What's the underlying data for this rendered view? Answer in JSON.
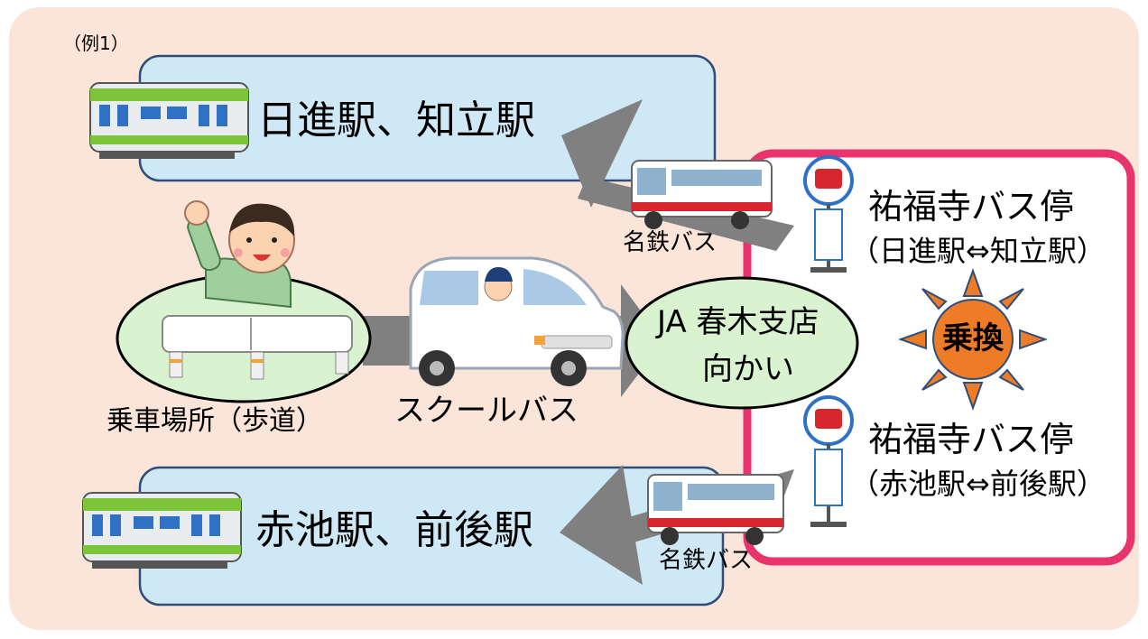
{
  "example_label": "（例1）",
  "top_station": {
    "label": "日進駅、知立駅"
  },
  "bottom_station": {
    "label": "赤池駅、前後駅"
  },
  "boarding": {
    "label": "乗車場所（歩道）"
  },
  "school_bus": {
    "label": "スクールバス"
  },
  "ja_stop": {
    "line1": "JA 春木支店",
    "line2": "向かい"
  },
  "meitetsu_top": {
    "label": "名鉄バス"
  },
  "meitetsu_bottom": {
    "label": "名鉄バス"
  },
  "stop_upper": {
    "name": "祐福寺バス停",
    "route": "（日進駅⇔知立駅）"
  },
  "stop_lower": {
    "name": "祐福寺バス停",
    "route": "（赤池駅⇔前後駅）"
  },
  "transfer": {
    "label": "乗換"
  },
  "colors": {
    "background": "#fbe4d8",
    "station_box": "#cfe8f6",
    "station_border": "#2f4f7a",
    "stop_ellipse": "#d9f2cf",
    "frame_pink": "#e8336d",
    "arrow_gray": "#808080",
    "sun_orange": "#ee7b26",
    "sun_stroke": "#2f4f7a",
    "train_green": "#7cc43a",
    "bus_red": "#d8262e",
    "bus_stop_sign_red": "#d8262e"
  }
}
